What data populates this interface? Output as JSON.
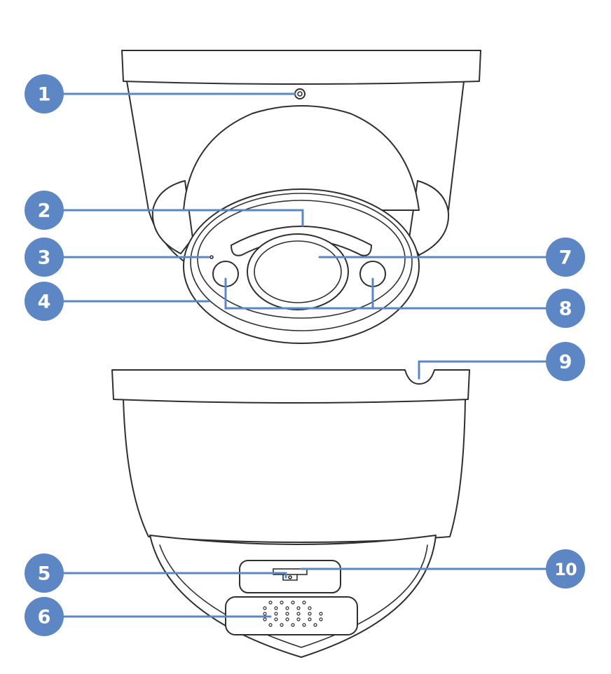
{
  "callouts": [
    {
      "id": "1",
      "label": "1",
      "side": "left"
    },
    {
      "id": "2",
      "label": "2",
      "side": "left"
    },
    {
      "id": "3",
      "label": "3",
      "side": "left"
    },
    {
      "id": "4",
      "label": "4",
      "side": "left"
    },
    {
      "id": "5",
      "label": "5",
      "side": "left"
    },
    {
      "id": "6",
      "label": "6",
      "side": "left"
    },
    {
      "id": "7",
      "label": "7",
      "side": "right"
    },
    {
      "id": "8",
      "label": "8",
      "side": "right"
    },
    {
      "id": "9",
      "label": "9",
      "side": "right"
    },
    {
      "id": "10",
      "label": "10",
      "side": "right"
    }
  ],
  "colors": {
    "callout": "#5d86c4",
    "outline": "#2f2f2f",
    "background": "#ffffff"
  },
  "views": [
    "front-view",
    "bottom-view"
  ]
}
